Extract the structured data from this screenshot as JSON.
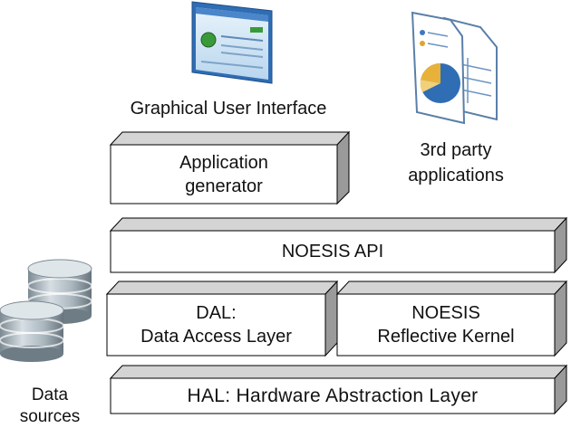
{
  "gui": {
    "label": "Graphical User Interface",
    "icon": "browser-window-icon"
  },
  "third_party": {
    "line1": "3rd party",
    "line2": "applications",
    "icon": "documents-chart-icon"
  },
  "app_generator": {
    "line1": "Application",
    "line2": "generator"
  },
  "noesis_api": {
    "label": "NOESIS API"
  },
  "dal": {
    "line1": "DAL:",
    "line2": "Data Access Layer"
  },
  "kernel": {
    "line1": "NOESIS",
    "line2": "Reflective Kernel"
  },
  "hal": {
    "label": "HAL: Hardware Abstraction Layer"
  },
  "data_sources": {
    "line1": "Data",
    "line2": "sources",
    "icon": "database-icon"
  },
  "colors": {
    "box_face": "#ffffff",
    "box_top": "#d4d4d4",
    "box_side": "#9a9a9a",
    "border": "#000000",
    "db_light": "#b8c4cc",
    "db_dark": "#6e7c86"
  }
}
